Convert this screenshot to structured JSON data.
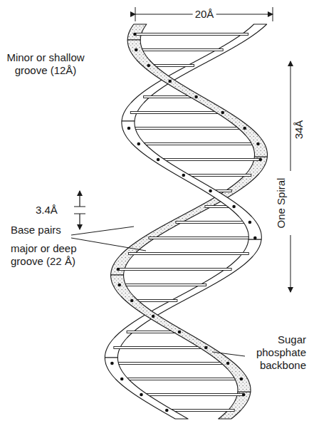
{
  "diagram": {
    "labels": [
      "20Å",
      "Minor or shallow groove (12Å)",
      "3.4Å",
      "Base pairs",
      "major or deep groove (22 Å)",
      "One Spiral",
      "34Å",
      "Sugar phosphate backbone"
    ]
  }
}
